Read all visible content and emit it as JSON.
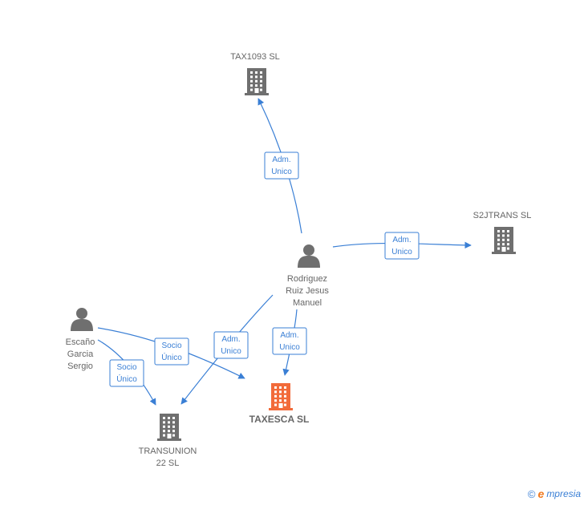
{
  "colors": {
    "edge": "#3a7fd5",
    "company": "#6f6f6f",
    "focus_company": "#f26b3a",
    "person": "#6f6f6f",
    "label": "#666666"
  },
  "nodes": [
    {
      "id": "tax1093",
      "type": "company",
      "label_lines": [
        "TAX1093  SL"
      ]
    },
    {
      "id": "s2jtrans",
      "type": "company",
      "label_lines": [
        "S2JTRANS  SL"
      ]
    },
    {
      "id": "rodriguez",
      "type": "person",
      "label_lines": [
        "Rodriguez",
        "Ruiz Jesus",
        "Manuel"
      ]
    },
    {
      "id": "escano",
      "type": "person",
      "label_lines": [
        "Escaño",
        "Garcia",
        "Sergio"
      ]
    },
    {
      "id": "taxesca",
      "type": "company-focus",
      "label_lines": [
        "TAXESCA  SL"
      ]
    },
    {
      "id": "transunion",
      "type": "company",
      "label_lines": [
        "TRANSUNION",
        "22  SL"
      ]
    }
  ],
  "edges": [
    {
      "id": "e1",
      "from": "rodriguez",
      "to": "tax1093",
      "label_lines": [
        "Adm.",
        "Unico"
      ]
    },
    {
      "id": "e2",
      "from": "rodriguez",
      "to": "s2jtrans",
      "label_lines": [
        "Adm.",
        "Unico"
      ]
    },
    {
      "id": "e3",
      "from": "rodriguez",
      "to": "taxesca",
      "label_lines": [
        "Adm.",
        "Unico"
      ]
    },
    {
      "id": "e4",
      "from": "rodriguez",
      "to": "transunion",
      "label_lines": [
        "Adm.",
        "Unico"
      ]
    },
    {
      "id": "e5",
      "from": "escano",
      "to": "taxesca",
      "label_lines": [
        "Socio",
        "Único"
      ]
    },
    {
      "id": "e6",
      "from": "escano",
      "to": "transunion",
      "label_lines": [
        "Socio",
        "Único"
      ]
    }
  ],
  "footer": {
    "copyright": "©",
    "brand_initial": "e",
    "brand_rest": "mpresia"
  }
}
